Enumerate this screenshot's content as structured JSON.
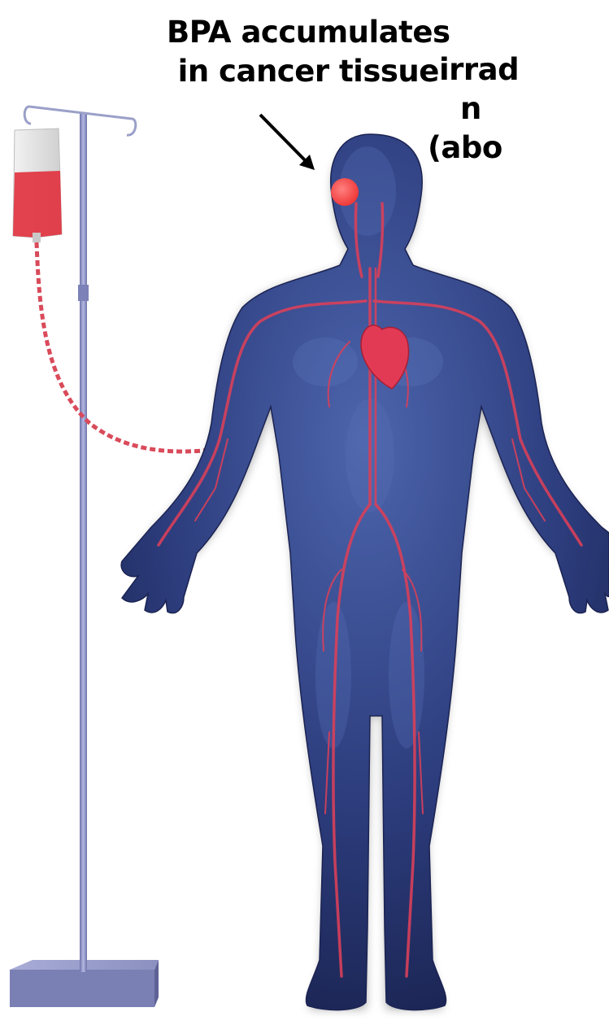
{
  "labels": {
    "bpa_line1": "BPA accumulates",
    "bpa_line2": "in cancer tissue",
    "irr_line1": "irrad",
    "irr_line2": "n",
    "irr_line3": "(abo"
  },
  "colors": {
    "body": "#2b3a78",
    "body_highlight": "#4c63a8",
    "vessel": "#d8405a",
    "tumor": "#ff4d4d",
    "pole": "#8a8fc4",
    "bag_fluid": "#e0303c",
    "tube": "#d94a5a"
  },
  "icons": {
    "iv_stand": "iv-stand-icon",
    "human_body": "human-body-icon",
    "heart": "heart-icon",
    "tumor": "tumor-dot-icon",
    "arrow": "pointer-arrow-icon"
  }
}
